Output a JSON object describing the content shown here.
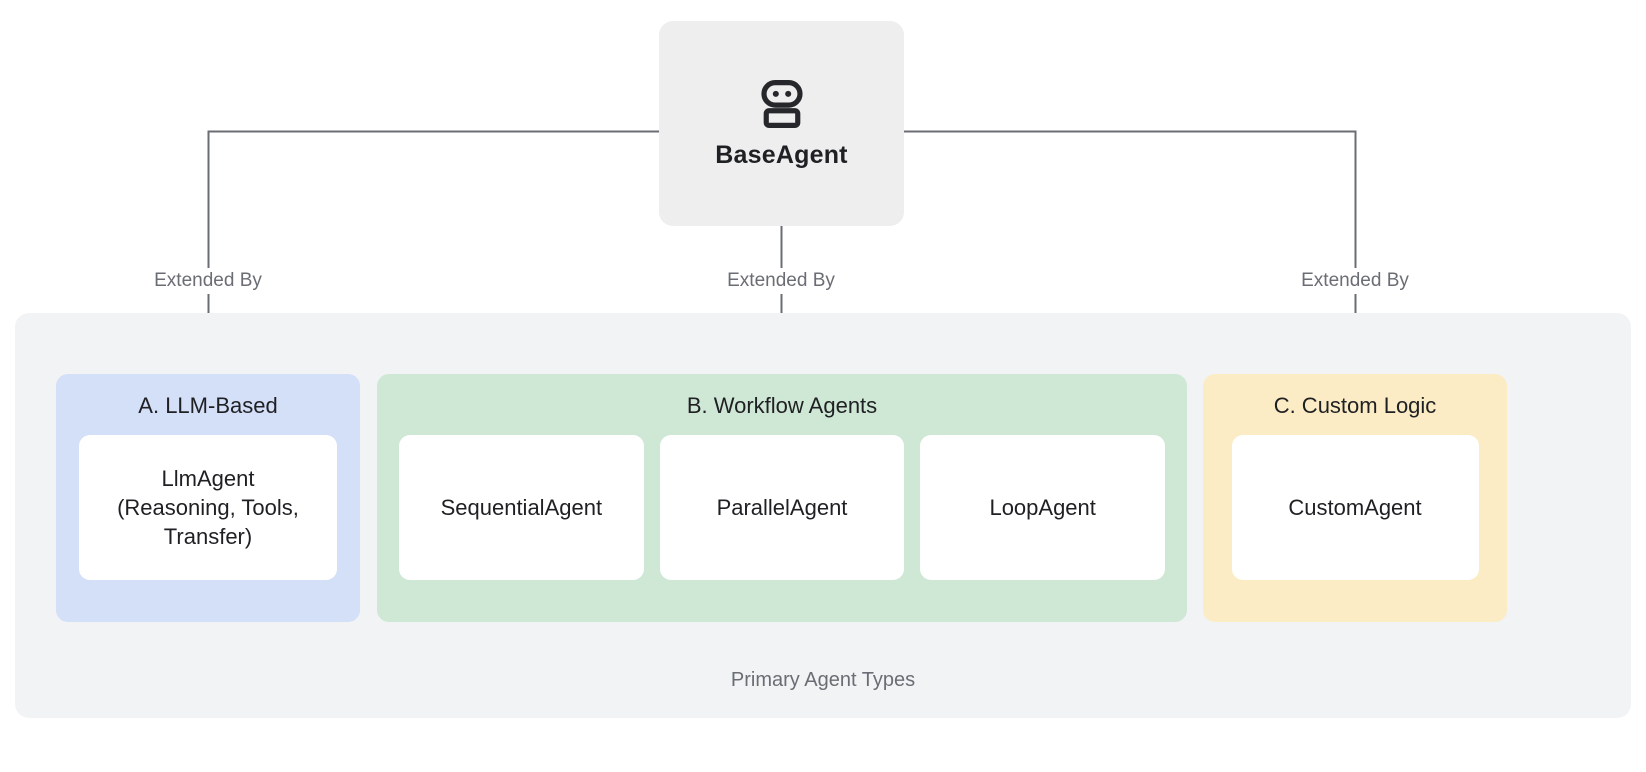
{
  "diagram": {
    "root": {
      "label": "BaseAgent",
      "icon": "robot-icon",
      "bg_color": "#eeeeee"
    },
    "edges": [
      {
        "label": "Extended By",
        "target": "A. LLM-Based"
      },
      {
        "label": "Extended By",
        "target": "B. Workflow Agents"
      },
      {
        "label": "Extended By",
        "target": "C. Custom Logic"
      }
    ],
    "group": {
      "caption": "Primary Agent Types",
      "bg_color": "#f1f3f4"
    },
    "categories": [
      {
        "id": "llm",
        "title": "A. LLM-Based",
        "bg_color": "#d4dff8",
        "items": [
          {
            "label": "LlmAgent\n(Reasoning, Tools,\nTransfer)"
          }
        ]
      },
      {
        "id": "workflow",
        "title": "B. Workflow Agents",
        "bg_color": "#cfe7d5",
        "items": [
          {
            "label": "SequentialAgent"
          },
          {
            "label": "ParallelAgent"
          },
          {
            "label": "LoopAgent"
          }
        ]
      },
      {
        "id": "custom",
        "title": "C. Custom Logic",
        "bg_color": "#fbecc5",
        "items": [
          {
            "label": "CustomAgent"
          }
        ]
      }
    ],
    "connector_color": "#6a6e74"
  }
}
